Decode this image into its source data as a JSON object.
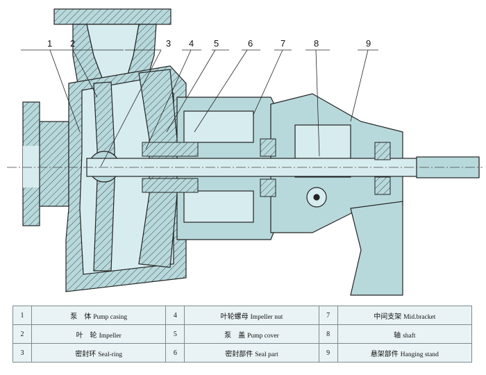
{
  "callouts": [
    "1",
    "2",
    "3",
    "4",
    "5",
    "6",
    "7",
    "8",
    "9"
  ],
  "colors": {
    "fill": "#b8d9dc",
    "fill_light": "#d7ecee",
    "line": "#222222",
    "table_bg": "#e9f3f5",
    "table_border": "#7a8a8e"
  },
  "parts": [
    {
      "no": "1",
      "cn": "泵　体",
      "en": "Pump casing"
    },
    {
      "no": "4",
      "cn": "叶轮螺母",
      "en": "Impeller nut"
    },
    {
      "no": "7",
      "cn": "中间支架",
      "en": "Mid.bracket"
    },
    {
      "no": "2",
      "cn": "叶　轮",
      "en": "Impeller"
    },
    {
      "no": "5",
      "cn": "泵　盖",
      "en": "Pump cover"
    },
    {
      "no": "8",
      "cn": "轴",
      "en": "shaft"
    },
    {
      "no": "3",
      "cn": "密封环",
      "en": "Seal-ring"
    },
    {
      "no": "6",
      "cn": "密封部件",
      "en": "Seal part"
    },
    {
      "no": "9",
      "cn": "悬架部件",
      "en": "Hanging stand"
    }
  ]
}
